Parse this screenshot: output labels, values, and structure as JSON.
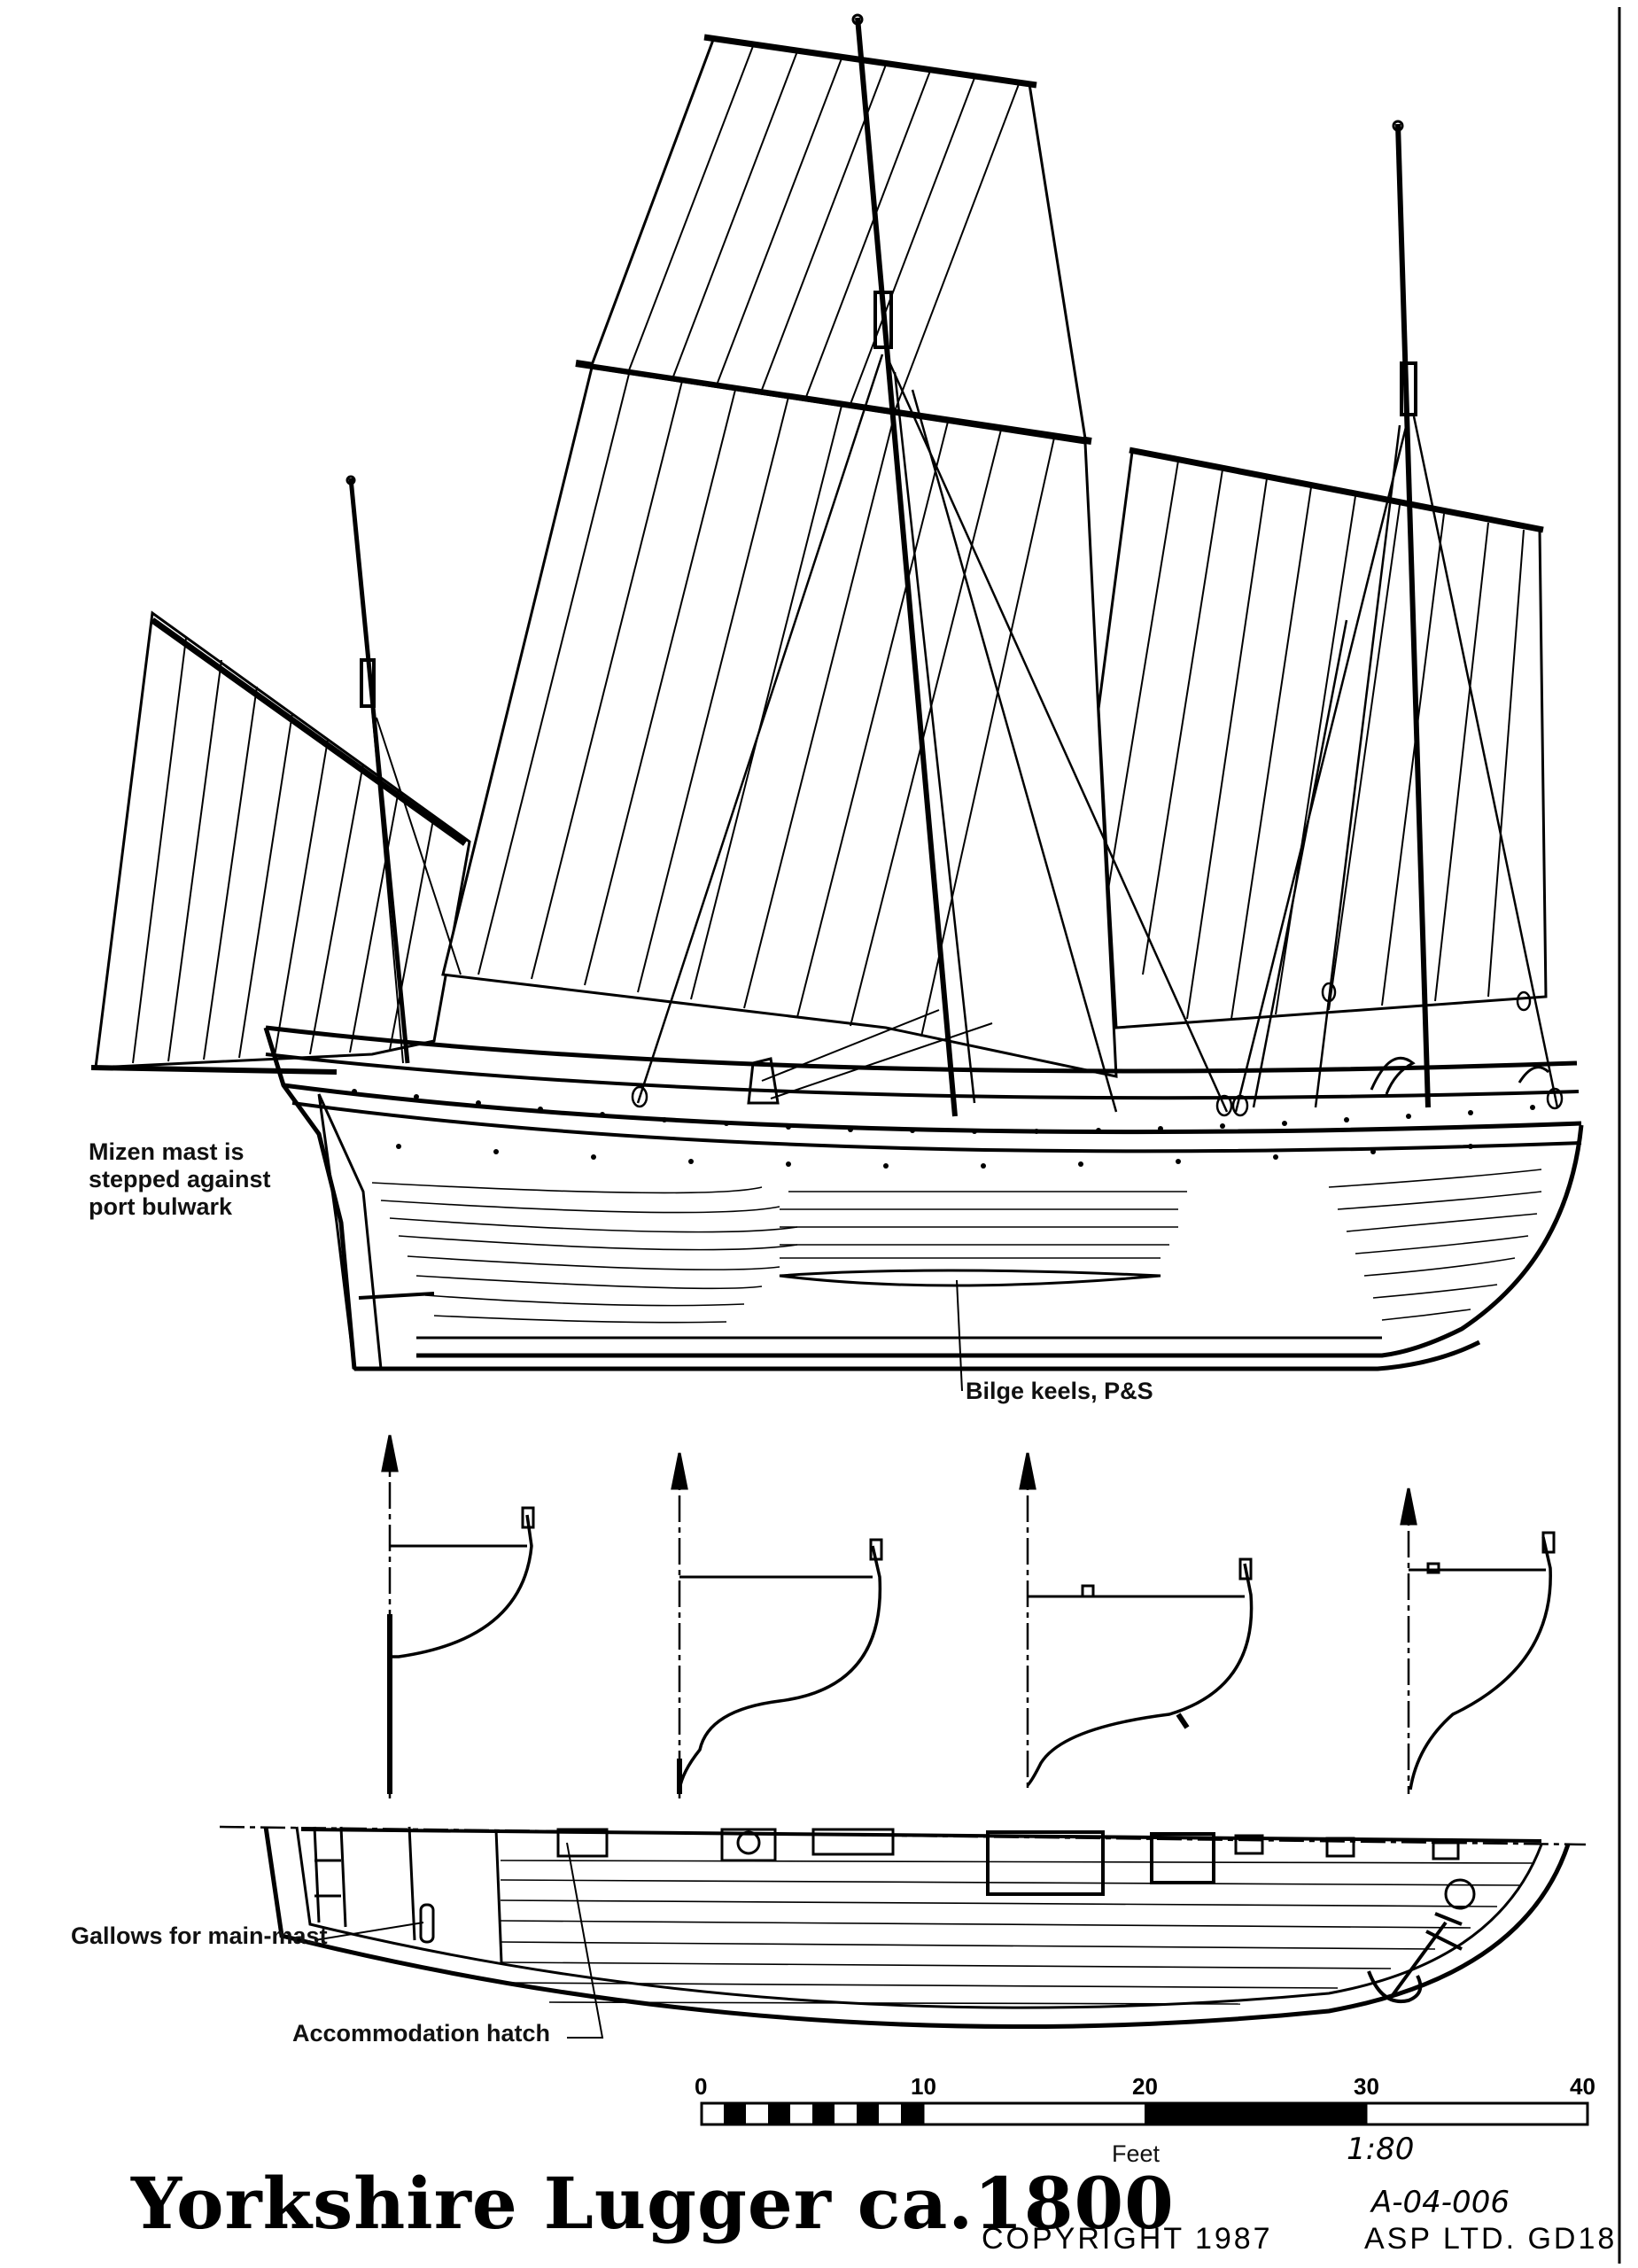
{
  "title": "Yorkshire Lugger ca.1800",
  "labels": {
    "mizen": [
      "Mizen mast is",
      "stepped against",
      "port bulwark"
    ],
    "bilge": "Bilge keels, P&S",
    "gallows": "Gallows for main-mast",
    "hatch": "Accommodation hatch"
  },
  "scale": {
    "ticks": [
      "0",
      "10",
      "20",
      "30",
      "40"
    ],
    "unit": "Feet",
    "ratio": "1:80"
  },
  "drawing_number": "A-04-006",
  "copyright": "COPYRIGHT 1987",
  "publisher": "ASP LTD. GD18",
  "icons": [
    "vessel-profile-drawing",
    "hull-section-drawing",
    "deck-plan-drawing",
    "anchor-icon"
  ]
}
